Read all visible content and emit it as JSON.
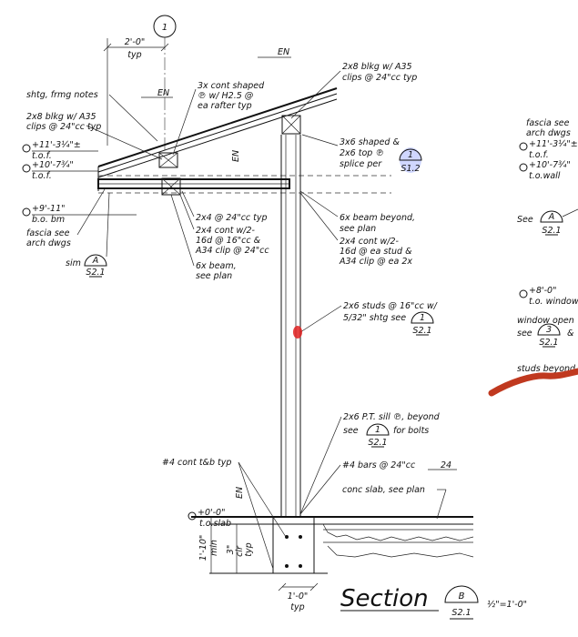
{
  "grid_bubble": "1",
  "dims": {
    "top_span": "2'-0\"",
    "top_span_sub": "typ",
    "bottom_span": "1'-0\"",
    "bottom_span_sub": "typ",
    "footing_depth": "1'-10\"",
    "footing_depth_sub": "min",
    "slab_depth": "3\"",
    "slab_depth_sub": "clr",
    "slab_depth_sub2": "typ"
  },
  "elevations": {
    "tof1": "+11'-3¼\"±",
    "tof1_sub": "t.o.f.",
    "tof2": "+10'-7¾\"",
    "tof2_sub": "t.o.f.",
    "bobm": "+9'-11\"",
    "bobm_sub": "b.o. bm",
    "slab": "+0'-0\"",
    "slab_sub": "t.o.slab",
    "r_tof": "+11'-3¼\"±",
    "r_tof_sub": "t.o.f.",
    "r_wall": "+10'-7¾\"",
    "r_wall_sub": "t.o.wall",
    "r_window": "+8'-0\"",
    "r_window_sub": "t.o. window"
  },
  "labels": {
    "en1": "EN",
    "en2": "EN",
    "en3": "EN",
    "en4": "EN",
    "shtg": "shtg, frmg notes",
    "blkg_left_1": "2x8 blkg w/ A35",
    "blkg_left_2": "clips @ 24\"cc typ",
    "rafter_1": "3x cont shaped",
    "rafter_2": "℗ w/ H2.5 @",
    "rafter_3": "ea rafter typ",
    "blkg_right_1": "2x8 blkg w/ A35",
    "blkg_right_2": "clips @ 24\"cc typ",
    "shaped_1": "3x6 shaped &",
    "shaped_2": "2x6 top ℗",
    "shaped_3": "splice per",
    "fascia_1": "fascia see",
    "fascia_2": "arch dwgs",
    "sim": "sim",
    "joist": "2x4 @ 24\"cc typ",
    "cont_1": "2x4 cont w/2-",
    "cont_2": "16d @ 16\"cc &",
    "cont_3": "A34 clip @ 24\"cc",
    "beam_1": "6x beam,",
    "beam_2": "see plan",
    "beam_beyond_1": "6x beam beyond,",
    "beam_beyond_2": "see plan",
    "cont_r_1": "2x4 cont w/2-",
    "cont_r_2": "16d @ ea stud &",
    "cont_r_3": "A34 clip @ ea 2x",
    "studs_1": "2x6 studs @ 16\"cc w/",
    "studs_2": "5/32\" shtg see",
    "r_fascia_1": "fascia see",
    "r_fascia_2": "arch dwgs",
    "r_see": "See",
    "r_window_1": "window open",
    "r_window_2": "see",
    "r_window_3": "&",
    "r_studs": "studs beyond",
    "sill_1": "2x6 P.T. sill ℗, beyond",
    "sill_2": "see",
    "sill_3": "for bolts",
    "tb": "#4 cont t&b typ",
    "bars": "#4 bars @ 24\"cc",
    "bars_num": "24",
    "slab": "conc slab, see plan"
  },
  "details": {
    "d1_top": "1",
    "d1_bot": "S1.2",
    "d2_top": "A",
    "d2_bot": "S2.1",
    "d3_top": "1",
    "d3_bot": "S2.1",
    "d4_top": "A",
    "d4_bot": "S2.1",
    "d5_top": "3",
    "d5_bot": "S2.1",
    "d6_top": "1",
    "d6_bot": "S2.1",
    "title_top": "B",
    "title_bot": "S2.1"
  },
  "title": {
    "text": "Section",
    "scale": "½\"=1'-0\""
  }
}
